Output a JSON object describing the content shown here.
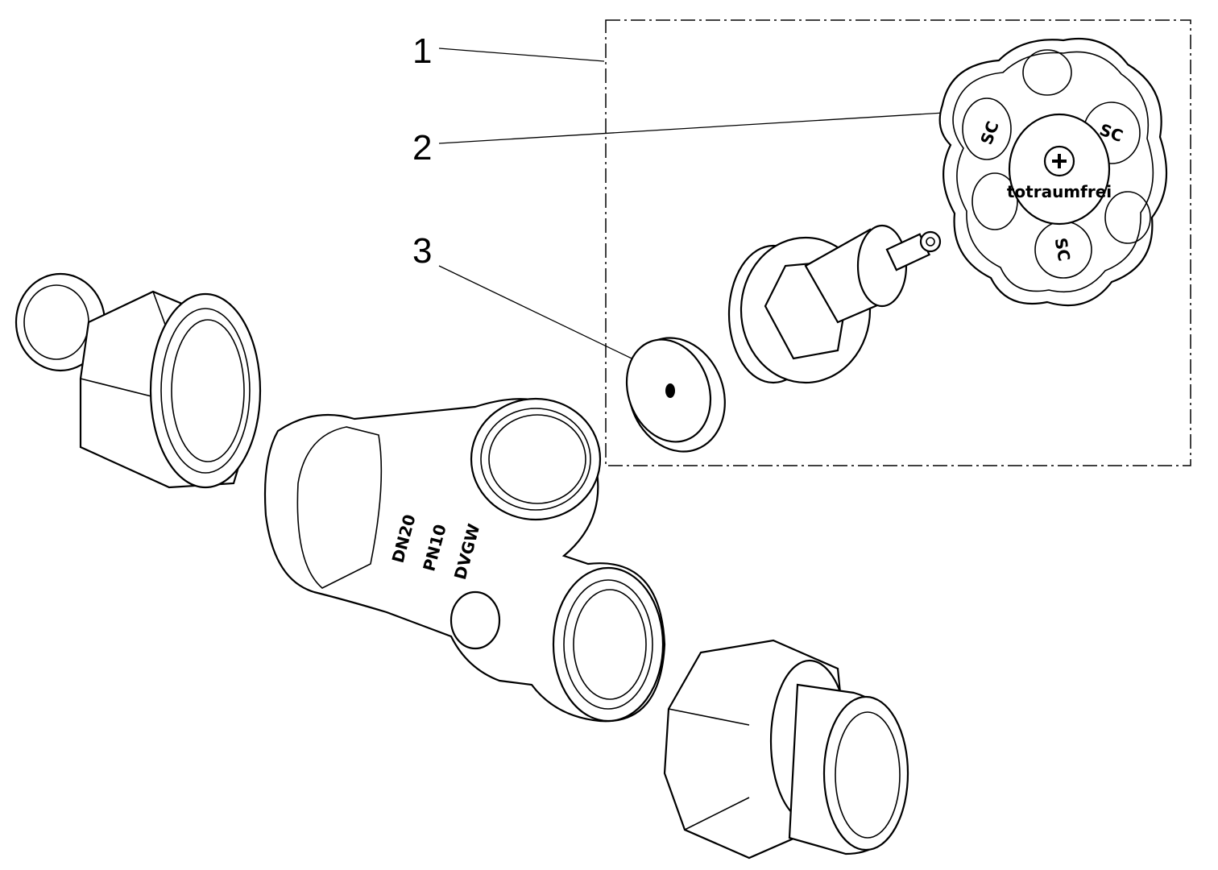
{
  "callouts": [
    {
      "number": "1",
      "part": "upper-assembly"
    },
    {
      "number": "2",
      "part": "handwheel"
    },
    {
      "number": "3",
      "part": "valve-disc"
    }
  ],
  "handwheel": {
    "cap_text": "totraumfrei",
    "logo": "SC"
  },
  "valve_body": {
    "markings": [
      "DN20",
      "PN10",
      "DVGW"
    ]
  },
  "colors": {
    "line": "#000000",
    "background": "#ffffff"
  }
}
